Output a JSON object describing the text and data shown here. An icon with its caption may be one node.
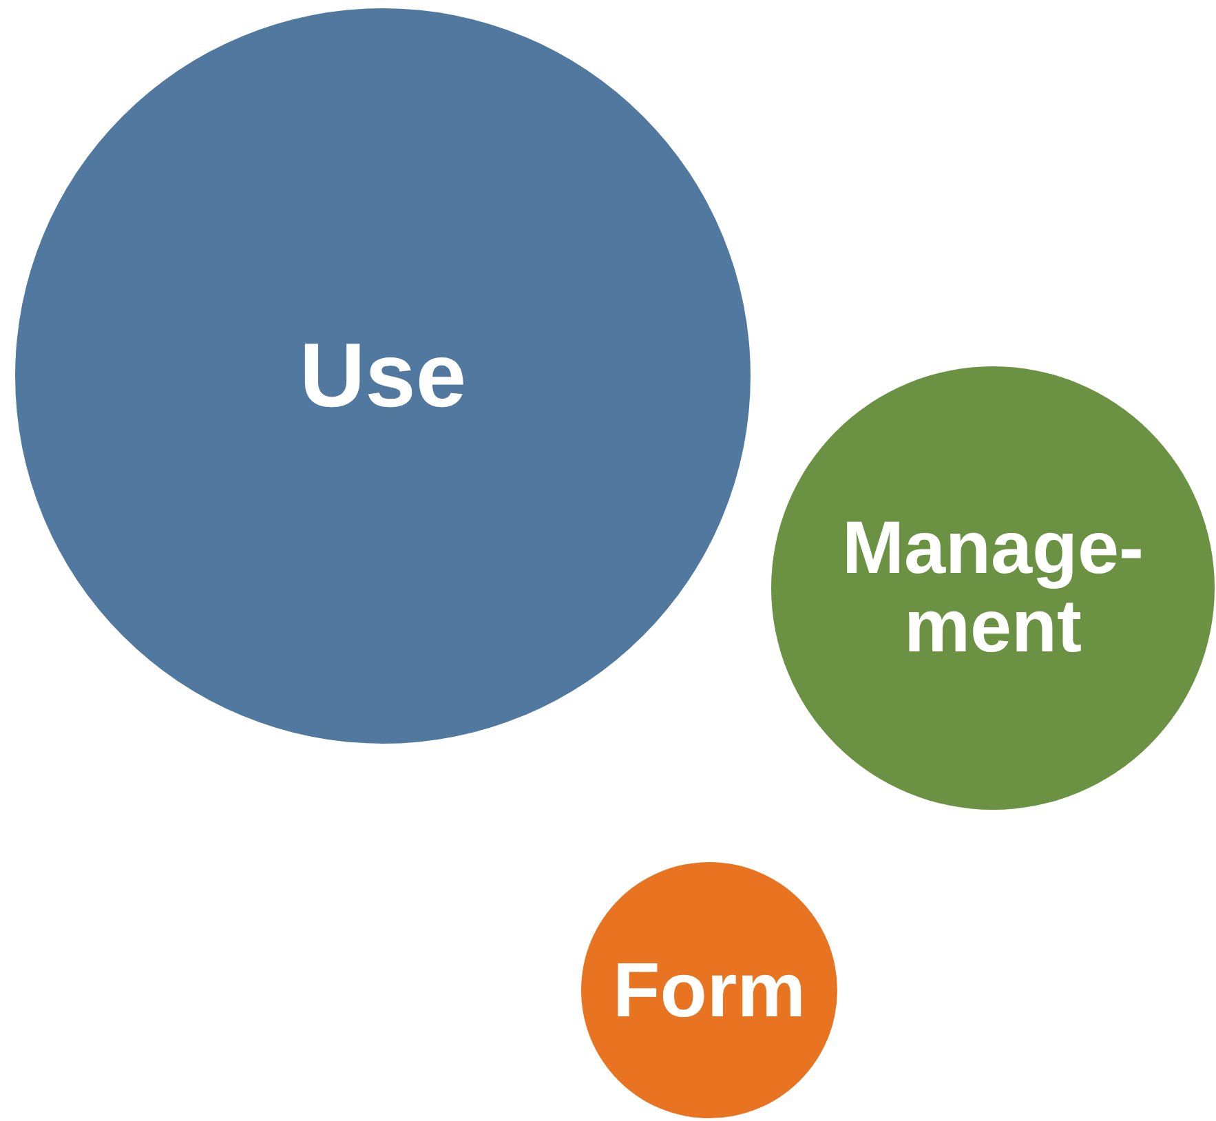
{
  "diagram": {
    "nodes": [
      {
        "text": [
          "Use"
        ]
      },
      {
        "text": [
          "Manage- ment"
        ]
      },
      {
        "text": [
          "Form"
        ]
      }
    ]
  }
}
